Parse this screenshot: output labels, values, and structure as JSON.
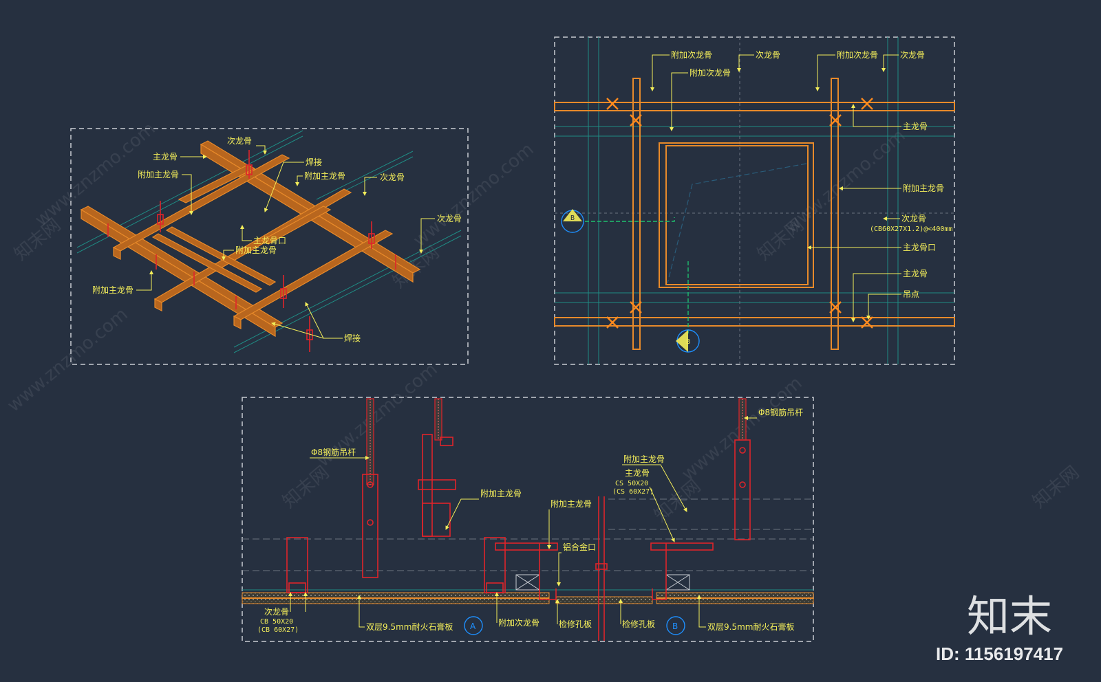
{
  "watermark": {
    "text_cn": "知末网",
    "text_en": "www.znzmo.com",
    "brand": "知末",
    "id_label": "ID: 1156197417"
  },
  "iso_view": {
    "labels": {
      "ci_top": "次龙骨",
      "zhu_top": "主龙骨",
      "fujia_zhu_1": "附加主龙骨",
      "hanjie_1": "焊接",
      "fujia_zhu_2": "附加主龙骨",
      "ci_right": "次龙骨",
      "ci_right2": "次龙骨",
      "zhu_kou": "主龙骨口",
      "fujia_zhu_3": "附加主龙骨",
      "fujia_zhu_4": "附加主龙骨",
      "hanjie_2": "焊接"
    }
  },
  "plan_view": {
    "labels": {
      "fujia_ci_1": "附加次龙骨",
      "fujia_ci_2": "附加次龙骨",
      "ci_1": "次龙骨",
      "fujia_ci_3": "附加次龙骨",
      "ci_2": "次龙骨",
      "zhu_1": "主龙骨",
      "fujia_zhu": "附加主龙骨",
      "ci_3": "次龙骨",
      "ci_spec": "(CB60X27X1.2)@<400mm",
      "zhu_kou": "主龙骨口",
      "zhu_2": "主龙骨",
      "diao_dian": "吊点",
      "section_b_top": "B",
      "section_b_bottom": "B"
    }
  },
  "section_view": {
    "labels": {
      "rod_left": "Φ8钢筋吊杆",
      "rod_right": "Φ8钢筋吊杆",
      "fujia_zhu_left": "附加主龙骨",
      "fujia_zhu_mid": "附加主龙骨",
      "lv_he_jin_kou": "铝合金口",
      "fujia_zhu_right": "附加主龙骨",
      "zhu_right": "主龙骨",
      "zhu_spec_1": "CS 50X20",
      "zhu_spec_2": "(CS 60X27)",
      "ci_left": "次龙骨",
      "ci_spec_1": "CB 50X20",
      "ci_spec_2": "(CB 60X27)",
      "board_left": "双层9.5mm耐火石膏板",
      "marker_a": "A",
      "fujia_ci": "附加次龙骨",
      "jianxiu_1": "检修孔板",
      "jianxiu_2": "检修孔板",
      "marker_b": "B",
      "board_right": "双层9.5mm耐火石膏板"
    }
  }
}
